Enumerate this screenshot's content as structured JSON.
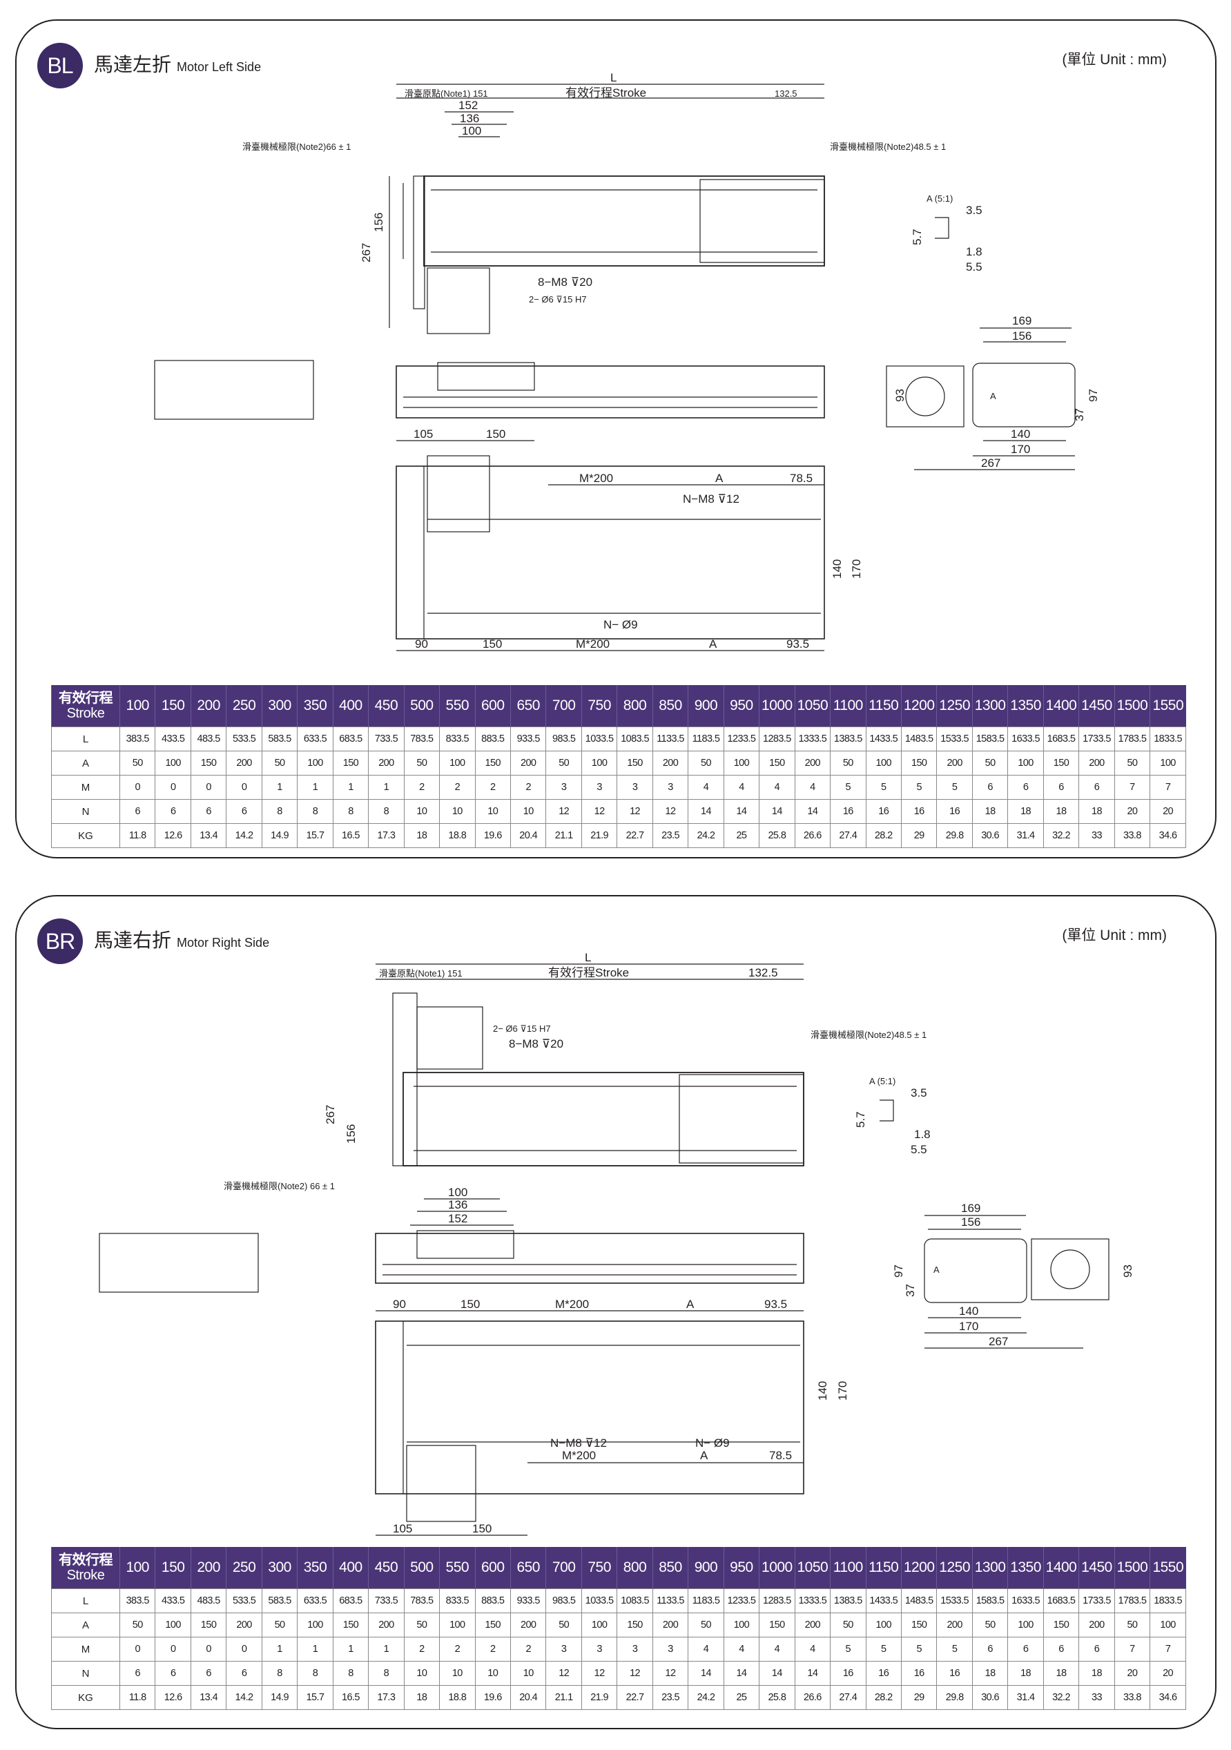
{
  "panels": [
    {
      "badge": "BL",
      "title_zh": "馬達左折",
      "title_en": "Motor Left Side",
      "unit_label": "(單位 Unit : mm)"
    },
    {
      "badge": "BR",
      "title_zh": "馬達右折",
      "title_en": "Motor Right Side",
      "unit_label": "(單位 Unit : mm)"
    }
  ],
  "labels": {
    "L": "L",
    "origin": "滑臺原點(Note1) 151",
    "stroke": "有效行程Stroke",
    "d132": "132.5",
    "limit1": "滑臺機械極限(Note2)66 ± 1",
    "limit1_br": "滑臺機械極限(Note2) 66 ± 1",
    "limit2": "滑臺機械極限(Note2)48.5 ± 1",
    "d152": "152",
    "d136": "136",
    "d100": "100",
    "d156": "156",
    "d267": "267",
    "m8": "8−M8 ⊽20",
    "phi6": "2− Ø6 ⊽15 H7",
    "detail": "A (5:1)",
    "d3_5": "3.5",
    "d5_7": "5.7",
    "d1_8": "1.8",
    "d5_5": "5.5",
    "d169": "169",
    "d140": "140",
    "d170": "170",
    "d93": "93",
    "d97": "97",
    "d37": "37",
    "A": "A",
    "d105": "105",
    "d150": "150",
    "m200": "M*200",
    "d78_5": "78.5",
    "nm8": "N−M8 ⊽12",
    "n9": "N− Ø9",
    "d90": "90",
    "d93_5": "93.5"
  },
  "table": {
    "header_zh": "有效行程",
    "header_en": "Stroke",
    "strokes": [
      "100",
      "150",
      "200",
      "250",
      "300",
      "350",
      "400",
      "450",
      "500",
      "550",
      "600",
      "650",
      "700",
      "750",
      "800",
      "850",
      "900",
      "950",
      "1000",
      "1050",
      "1100",
      "1150",
      "1200",
      "1250",
      "1300",
      "1350",
      "1400",
      "1450",
      "1500",
      "1550"
    ],
    "rows": [
      {
        "label": "L",
        "values": [
          "383.5",
          "433.5",
          "483.5",
          "533.5",
          "583.5",
          "633.5",
          "683.5",
          "733.5",
          "783.5",
          "833.5",
          "883.5",
          "933.5",
          "983.5",
          "1033.5",
          "1083.5",
          "1133.5",
          "1183.5",
          "1233.5",
          "1283.5",
          "1333.5",
          "1383.5",
          "1433.5",
          "1483.5",
          "1533.5",
          "1583.5",
          "1633.5",
          "1683.5",
          "1733.5",
          "1783.5",
          "1833.5"
        ]
      },
      {
        "label": "A",
        "values": [
          "50",
          "100",
          "150",
          "200",
          "50",
          "100",
          "150",
          "200",
          "50",
          "100",
          "150",
          "200",
          "50",
          "100",
          "150",
          "200",
          "50",
          "100",
          "150",
          "200",
          "50",
          "100",
          "150",
          "200",
          "50",
          "100",
          "150",
          "200",
          "50",
          "100"
        ]
      },
      {
        "label": "M",
        "values": [
          "0",
          "0",
          "0",
          "0",
          "1",
          "1",
          "1",
          "1",
          "2",
          "2",
          "2",
          "2",
          "3",
          "3",
          "3",
          "3",
          "4",
          "4",
          "4",
          "4",
          "5",
          "5",
          "5",
          "5",
          "6",
          "6",
          "6",
          "6",
          "7",
          "7"
        ]
      },
      {
        "label": "N",
        "values": [
          "6",
          "6",
          "6",
          "6",
          "8",
          "8",
          "8",
          "8",
          "10",
          "10",
          "10",
          "10",
          "12",
          "12",
          "12",
          "12",
          "14",
          "14",
          "14",
          "14",
          "16",
          "16",
          "16",
          "16",
          "18",
          "18",
          "18",
          "18",
          "20",
          "20"
        ]
      },
      {
        "label": "KG",
        "values": [
          "11.8",
          "12.6",
          "13.4",
          "14.2",
          "14.9",
          "15.7",
          "16.5",
          "17.3",
          "18",
          "18.8",
          "19.6",
          "20.4",
          "21.1",
          "21.9",
          "22.7",
          "23.5",
          "24.2",
          "25",
          "25.8",
          "26.6",
          "27.4",
          "28.2",
          "29",
          "29.8",
          "30.6",
          "31.4",
          "32.2",
          "33",
          "33.8",
          "34.6"
        ]
      }
    ]
  }
}
